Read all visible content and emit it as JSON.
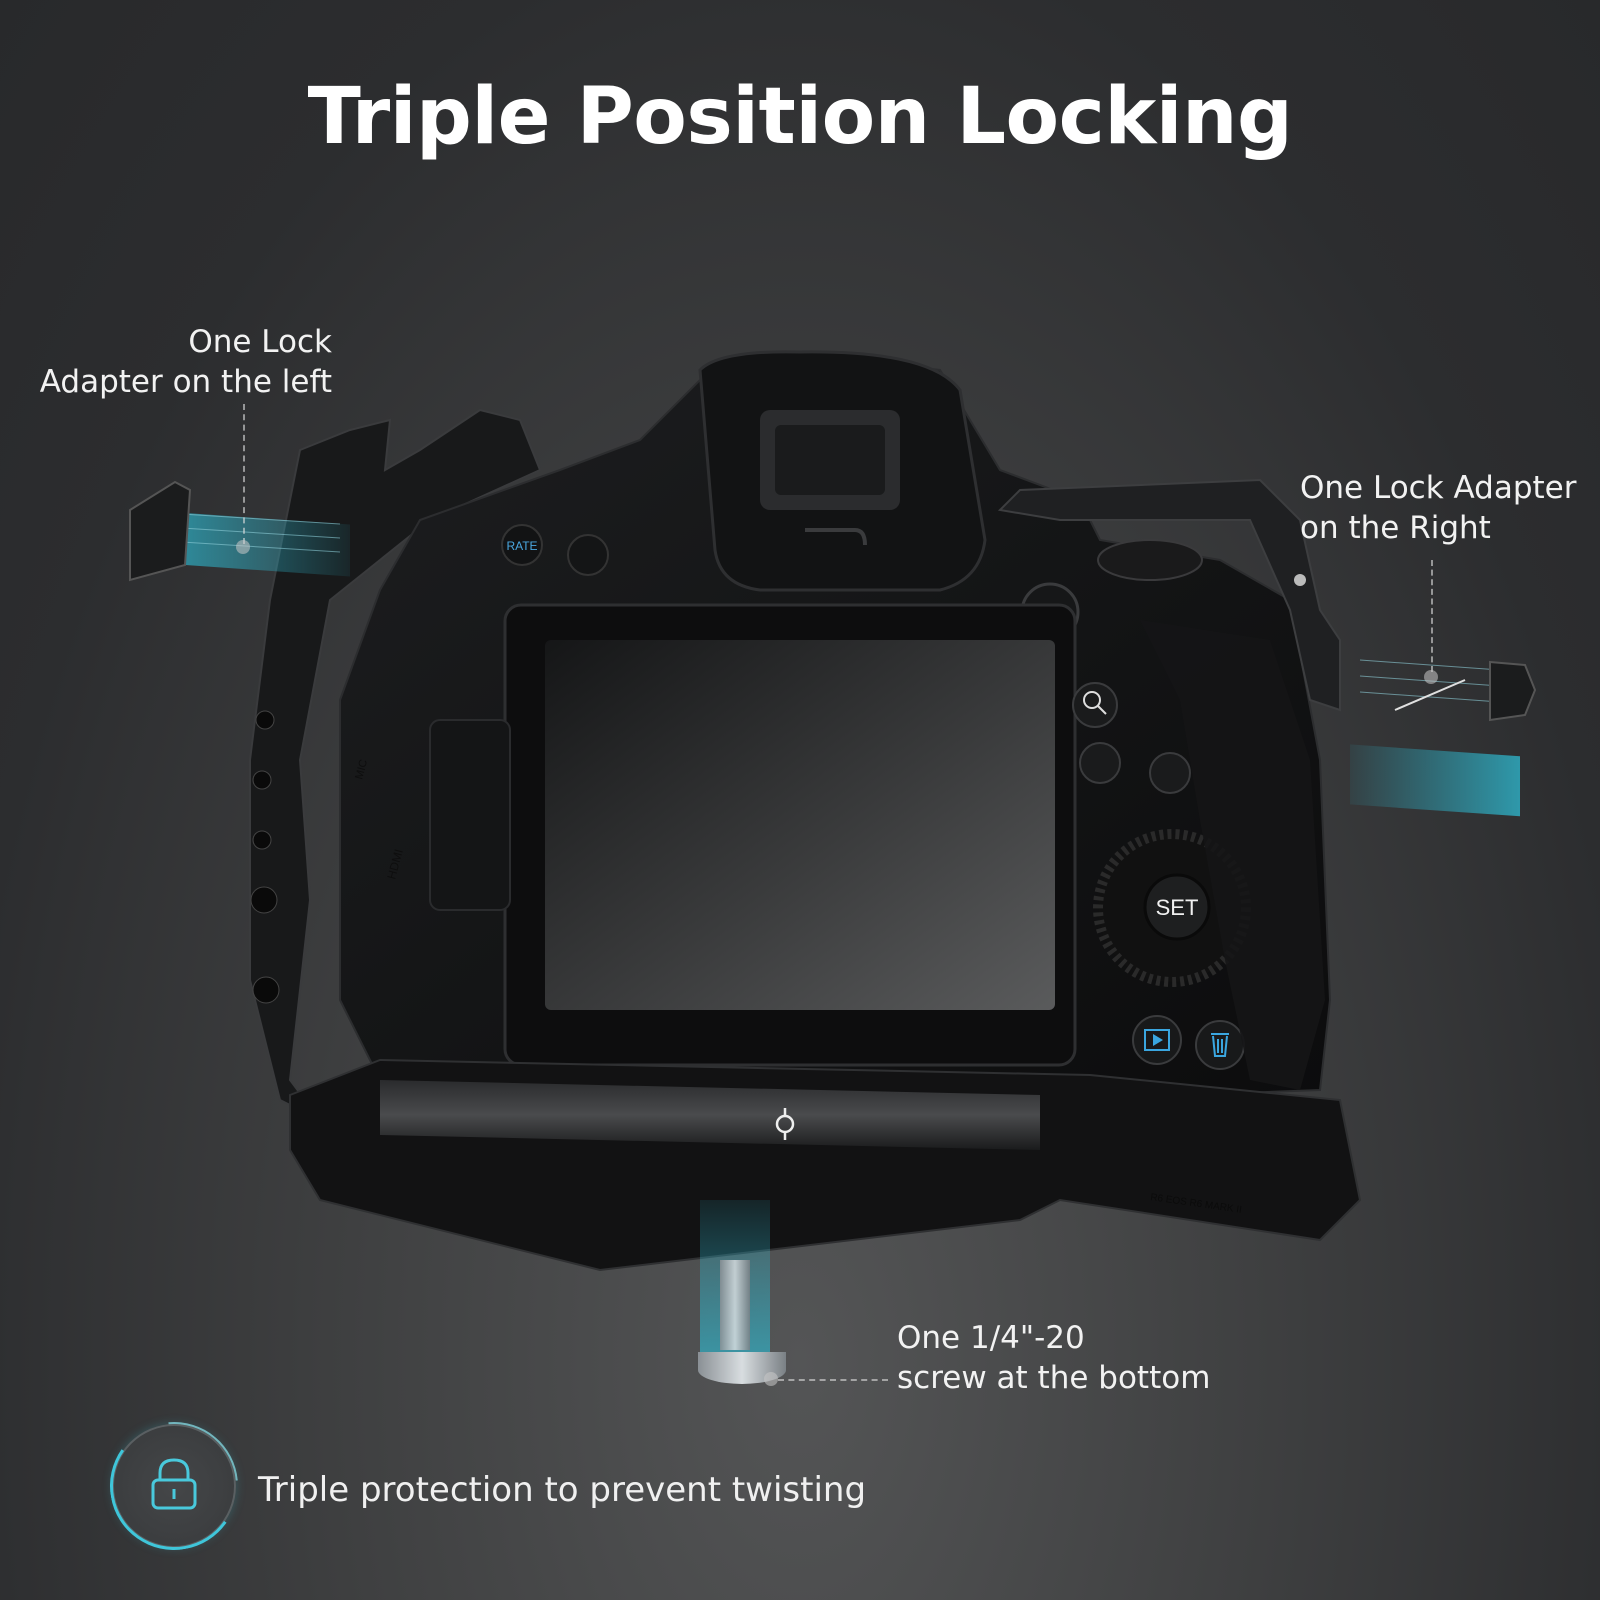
{
  "title": "Triple Position Locking",
  "callouts": {
    "left": {
      "lines": [
        "One Lock",
        "Adapter on the left"
      ]
    },
    "right": {
      "lines": [
        "One Lock Adapter",
        "on the Right"
      ]
    },
    "bottom": {
      "lines": [
        "One 1/4\"-20",
        "screw at the bottom"
      ]
    }
  },
  "feature": {
    "icon": "lock-icon",
    "text": "Triple protection to prevent twisting"
  },
  "camera_labels": {
    "rate_button": "RATE",
    "set_button": "SET",
    "hdmi_port": "HDMI",
    "mic_port": "MIC",
    "zoom_button_icon": "magnifier-icon",
    "play_button_icon": "play-icon",
    "delete_button_icon": "trash-icon",
    "bottom_plate_icon": "camera-mount-center-mark-icon",
    "cage_engraving": "R6 EOS R6 MARK II"
  },
  "colors": {
    "accent": "#3fc6da",
    "background": "#2c2d2f",
    "text": "#ffffff"
  }
}
